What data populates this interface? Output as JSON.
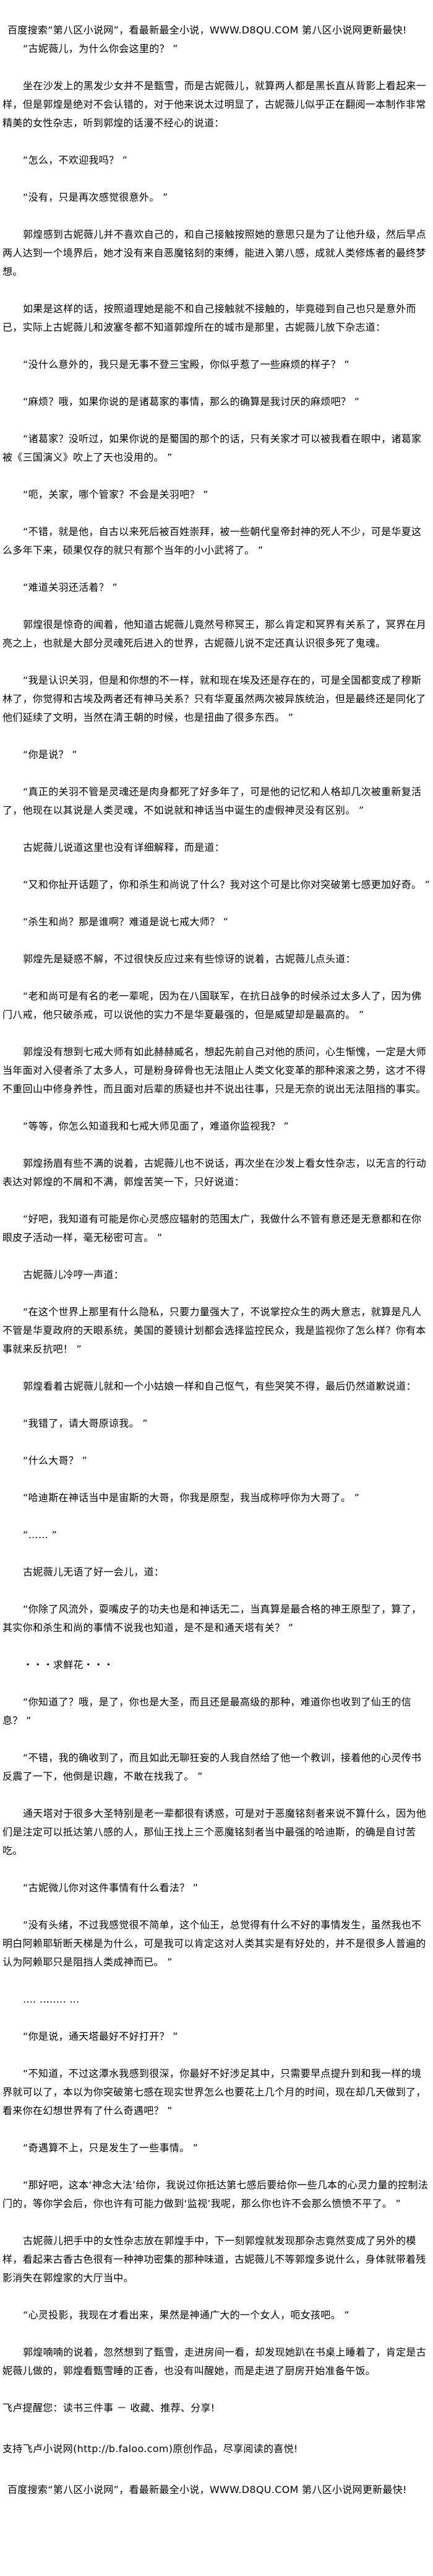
{
  "banner_top": "百度搜索“第八区小说网”，看最新最全小说，WWW.D8QU.COM   第八区小说网更新最快!",
  "paragraphs": [
    "“古妮薇儿，为什么你会这里的？ ”",
    "坐在沙发上的黑发少女并不是甄雪，而是古妮薇儿，就算两人都是黑长直从背影上看起来一样，但是郭煌是绝对不会认错的，对于他来说太过明显了，古妮薇儿似乎正在翻阅一本制作非常精美的女性杂志，听到郭煌的话漫不经心的说道：",
    "“怎么，不欢迎我吗？ ”",
    "“没有，只是再次感觉很意外。 ”",
    "郭煌感到古妮薇儿并不喜欢自己的，和自己接触按照她的意思只是为了让他升级，然后早点两人达到一个境界后，她才没有来自恶魔铭刻的束缚，能进入第八感，成就人类修炼者的最终梦想。",
    "如果是这样的话，按照道理她是能不和自己接触就不接触的，毕竟碰到自己也只是意外而已，实际上古妮薇儿和波塞冬都不知道郭煌所在的城市是那里，古妮薇儿放下杂志道：",
    "“没什么意外的，我只是无事不登三宝殿，你似乎惹了一些麻烦的样子？ ”",
    "“麻烦？哦，如果你说的是诸葛家的事情，那么的确算是我讨厌的麻烦吧？ ”",
    "“诸葛家？没听过，如果你说的是蜀国的那个的话，只有关家才可以被我看在眼中，诸葛家被《三国演义》吹上了天也没用的。 ”",
    "“呃，关家，哪个管家？不会是关羽吧？ ”",
    "“不错，就是他，自古以来死后被百姓崇拜，被一些朝代皇帝封神的死人不少，可是华夏这么多年下来，硕果仅存的就只有那个当年的小小武将了。 ”",
    "“难道关羽还活着？ ”",
    "郭煌很是惊奇的闻着，他知道古妮薇儿竟然号称冥王，那么肯定和冥界有关系了，冥界在月亮之上，也就是大部分灵魂死后进入的世界，古妮薇儿说不定还真认识很多死了鬼魂。",
    "“我是认识关羽，但是和你想的不一样，就和现在埃及还是存在的，可是全国都变成了穆斯林了，你觉得和古埃及两者还有神马关系？只有华夏虽然两次被异族统治，但是最终还是同化了他们延续了文明，当然在清王朝的时候，也是扭曲了很多东西。 ”",
    "“你是说？ ”",
    "“真正的关羽不管是灵魂还是肉身都死了好多年了，可是他的记忆和人格却几次被重新复活了，他现在以其说是人类灵魂，不如说就和神话当中诞生的虚假神灵没有区别。 ”",
    "古妮薇儿说道这里也没有详细解释，而是道：",
    "“又和你扯开话题了，你和杀生和尚说了什么？我对这个可是比你对突破第七感更加好奇。 ”",
    "“杀生和尚？那是谁啊？难道是说七戒大师？ ”",
    "郭煌先是疑惑不解，不过很快反应过来有些惊讶的说着，古妮薇儿点头道：",
    "“老和尚可是有名的老一辈呢，因为在八国联军，在抗日战争的时候杀过太多人了，因为佛门八戒，他只破杀戒，可以说他的实力不是华夏最强的，但是威望却是最高的。 ”",
    "郭煌没有想到七戒大师有如此赫赫威名，想起先前自己对他的质问，心生惭愧，一定是大师当年面对入侵者杀了太多人，可是粉身碎骨也无法阻止人类文化变革的那种滚滚之势，这才不得不重回山中修身养性，而且面对后辈的质疑也并不说出往事，只是无奈的说出无法阻挡的事实。",
    "“等等，你怎么知道我和七戒大师见面了，难道你监视我？ ”",
    "郭煌扬眉有些不满的说着，古妮薇儿也不说话，再次坐在沙发上看女性杂志，以无言的行动表达对郭煌的不屑和不满，郭煌苦笑一下，只好说道：",
    "“好吧，我知道有可能是你心灵感应辐射的范围太广，我做什么不管有意还是无意都和在你眼皮子活动一样，毫无秘密可言。 ”",
    "古妮薇儿冷哼一声道：",
    "“在这个世界上那里有什么隐私，只要力量强大了，不说掌控众生的两大意志，就算是凡人不管是华夏政府的天眼系统，美国的菱镜计划都会选择监控民众，我是监视你了怎么样？你有本事就来反抗吧！ ”",
    "郭煌看着古妮薇儿就和一个小姑娘一样和自己怄气，有些哭笑不得，最后仍然道歉说道：",
    "“我错了，请大哥原谅我。 ”",
    "“什么大哥？ ”",
    "“哈迪斯在神话当中是宙斯的大哥，你我是原型，我当成称呼你为大哥了。 ”",
    "“…… ”",
    "古妮薇儿无语了好一会儿，道：",
    "“你除了风流外，耍嘴皮子的功夫也是和神话无二，当真算是最合格的神王原型了，算了，其实你和杀生和尚的事情不说我也知道，是不是和通天塔有关？ ”",
    "・・・求鲜花・・・",
    "“你知道了？哦，是了，你也是大圣，而且还是最高级的那种，难道你也收到了仙王的信息？ ”",
    "“不错，我的确收到了，而且如此无聊狂妄的人我自然给了他一个教训，接着他的心灵传书反震了一下，他倒是识趣，不敢在找我了。 ”",
    "通天塔对于很多大圣特别是老一辈都很有诱惑，可是对于恶魔铭刻者来说不算什么，因为他们是注定可以抵达第八感的人，那仙王找上三个恶魔铭刻者当中最强的哈迪斯，的确是自讨苦吃。",
    "“古妮微儿你对这件事情有什么看法？ ”",
    "“没有头绪，不过我感觉很不简单，这个仙王，总觉得有什么不好的事情发生，虽然我也不明白阿赖耶斩断天梯是为什么，可是我可以肯定这对人类其实是有好处的，并不是很多人普遍的认为阿赖耶只是阻挡人类成神而已。 ”",
    ".... ........ ...",
    "“你是说，通天塔最好不好打开？ ”",
    "“不知道，不过这潭水我感到很深，你最好不好涉足其中，只需要早点提升到和我一样的境界就可以了，本以为你突破第七感在现实世界怎么也要花上几个月的时间，现在却几天做到了，看来你在幻想世界有了什么奇遇吧？ ”",
    "“奇遇算不上，只是发生了一些事情。 ”",
    "“那好吧，这本‘神念大法’给你，我说过你抵达第七感后要给你一些几本的心灵力量的控制法门的，等你学会后，你也许有可能力做到‘监视’我呢，那么你也许不会那么愤愤不平了。 ”",
    "古妮薇儿把手中的女性杂志放在郭煌手中，下一刻郭煌就发现那杂志竟然变成了另外的模样，看起来古香古色很有一种神功密集的那种味道，古妮薇儿不等郭煌多说什么，身体就带着残影消失在郭煌家的大厅当中。",
    "“心灵投影，我现在才看出来，果然是神通广大的一个女人，呃女孩吧。 ”",
    "郭煌喃喃的说着，忽然想到了甄雪，走进房间一看，却发现她趴在书桌上睡着了，肯定是古妮薇儿做的，郭煌看甄雪睡的正香，也没有叫醒她，而是走进了厨房开始准备午饭。"
  ],
  "footer": {
    "reminder": "飞卢提醒您：读书三件事 － 收藏、推荐、分享!",
    "support": "支持飞卢小说网(http://b.faloo.com)原创作品，尽享阅读的喜悦!"
  },
  "banner_bottom": "百度搜索“第八区小说网”，看最新最全小说，WWW.D8QU.COM   第八区小说网更新最快!"
}
